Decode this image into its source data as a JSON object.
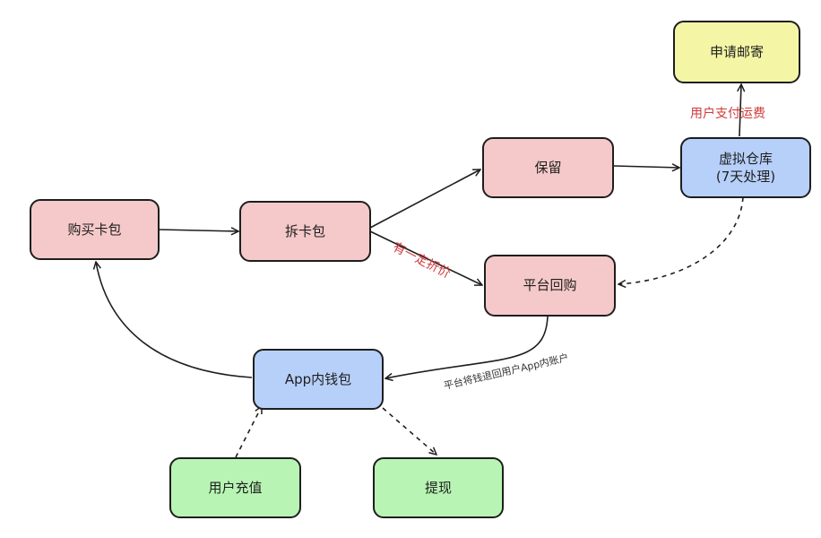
{
  "colors": {
    "pink": "#f5c9c9",
    "blue": "#b7d0fa",
    "yellow": "#f4f6a6",
    "green": "#b8f5b4",
    "stroke": "#1e1e1e",
    "label_red": "#d13a3a",
    "label_dark": "#333333"
  },
  "nodes": {
    "buy_pack": "购买卡包",
    "open_pack": "拆卡包",
    "keep": "保留",
    "buyback": "平台回购",
    "virtual_warehouse": "虚拟仓库\n(7天处理)",
    "request_mail": "申请邮寄",
    "wallet": "App内钱包",
    "recharge": "用户充值",
    "withdraw": "提现"
  },
  "edge_labels": {
    "discount": "有一定折价",
    "shipping_fee": "用户支付运费",
    "refund": "平台将钱退回用户App内账户"
  }
}
